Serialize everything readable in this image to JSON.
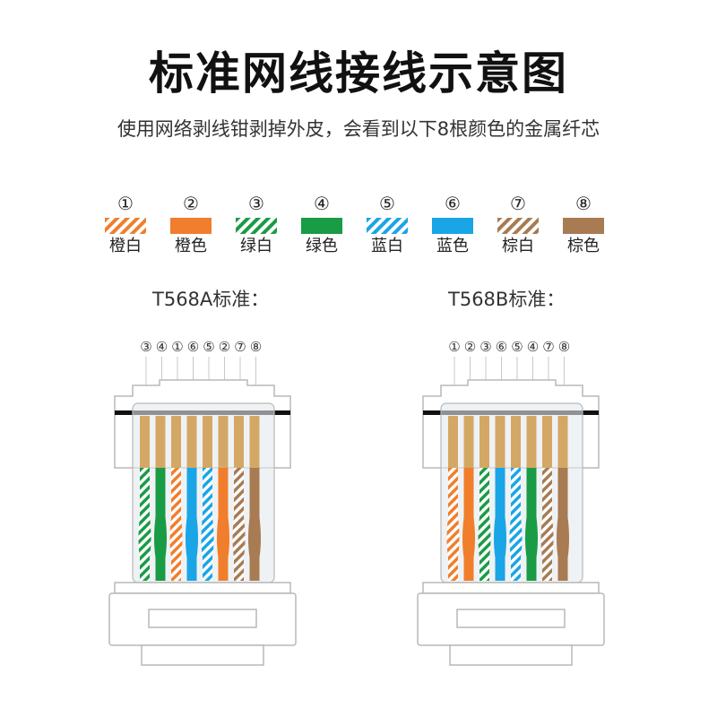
{
  "title": "标准网线接线示意图",
  "subtitle": "使用网络剥线钳剥掉外皮，会看到以下8根颜色的金属纤芯",
  "colors": {
    "orange": "#F07E2C",
    "green": "#1A9B45",
    "blue": "#1AA5E6",
    "brown": "#A87B53",
    "copper": "#D3A865",
    "shell_line": "#B8B8B8",
    "shell_fill": "#E4E9EE",
    "bar": "#111111"
  },
  "legend": [
    {
      "num": "①",
      "label": "橙白",
      "color": "orange",
      "striped": true
    },
    {
      "num": "②",
      "label": "橙色",
      "color": "orange",
      "striped": false
    },
    {
      "num": "③",
      "label": "绿白",
      "color": "green",
      "striped": true
    },
    {
      "num": "④",
      "label": "绿色",
      "color": "green",
      "striped": false
    },
    {
      "num": "⑤",
      "label": "蓝白",
      "color": "blue",
      "striped": true
    },
    {
      "num": "⑥",
      "label": "蓝色",
      "color": "blue",
      "striped": false
    },
    {
      "num": "⑦",
      "label": "棕白",
      "color": "brown",
      "striped": true
    },
    {
      "num": "⑧",
      "label": "棕色",
      "color": "brown",
      "striped": false
    }
  ],
  "standards": [
    {
      "name": "T568A标准：",
      "pins": [
        "③",
        "④",
        "①",
        "⑥",
        "⑤",
        "②",
        "⑦",
        "⑧"
      ],
      "wires": [
        {
          "color": "green",
          "striped": true
        },
        {
          "color": "green",
          "striped": false
        },
        {
          "color": "orange",
          "striped": true
        },
        {
          "color": "blue",
          "striped": false
        },
        {
          "color": "blue",
          "striped": true
        },
        {
          "color": "orange",
          "striped": false
        },
        {
          "color": "brown",
          "striped": true
        },
        {
          "color": "brown",
          "striped": false
        }
      ]
    },
    {
      "name": "T568B标准：",
      "pins": [
        "①",
        "②",
        "③",
        "⑥",
        "⑤",
        "④",
        "⑦",
        "⑧"
      ],
      "wires": [
        {
          "color": "orange",
          "striped": true
        },
        {
          "color": "orange",
          "striped": false
        },
        {
          "color": "green",
          "striped": true
        },
        {
          "color": "blue",
          "striped": false
        },
        {
          "color": "blue",
          "striped": true
        },
        {
          "color": "green",
          "striped": false
        },
        {
          "color": "brown",
          "striped": true
        },
        {
          "color": "brown",
          "striped": false
        }
      ]
    }
  ]
}
